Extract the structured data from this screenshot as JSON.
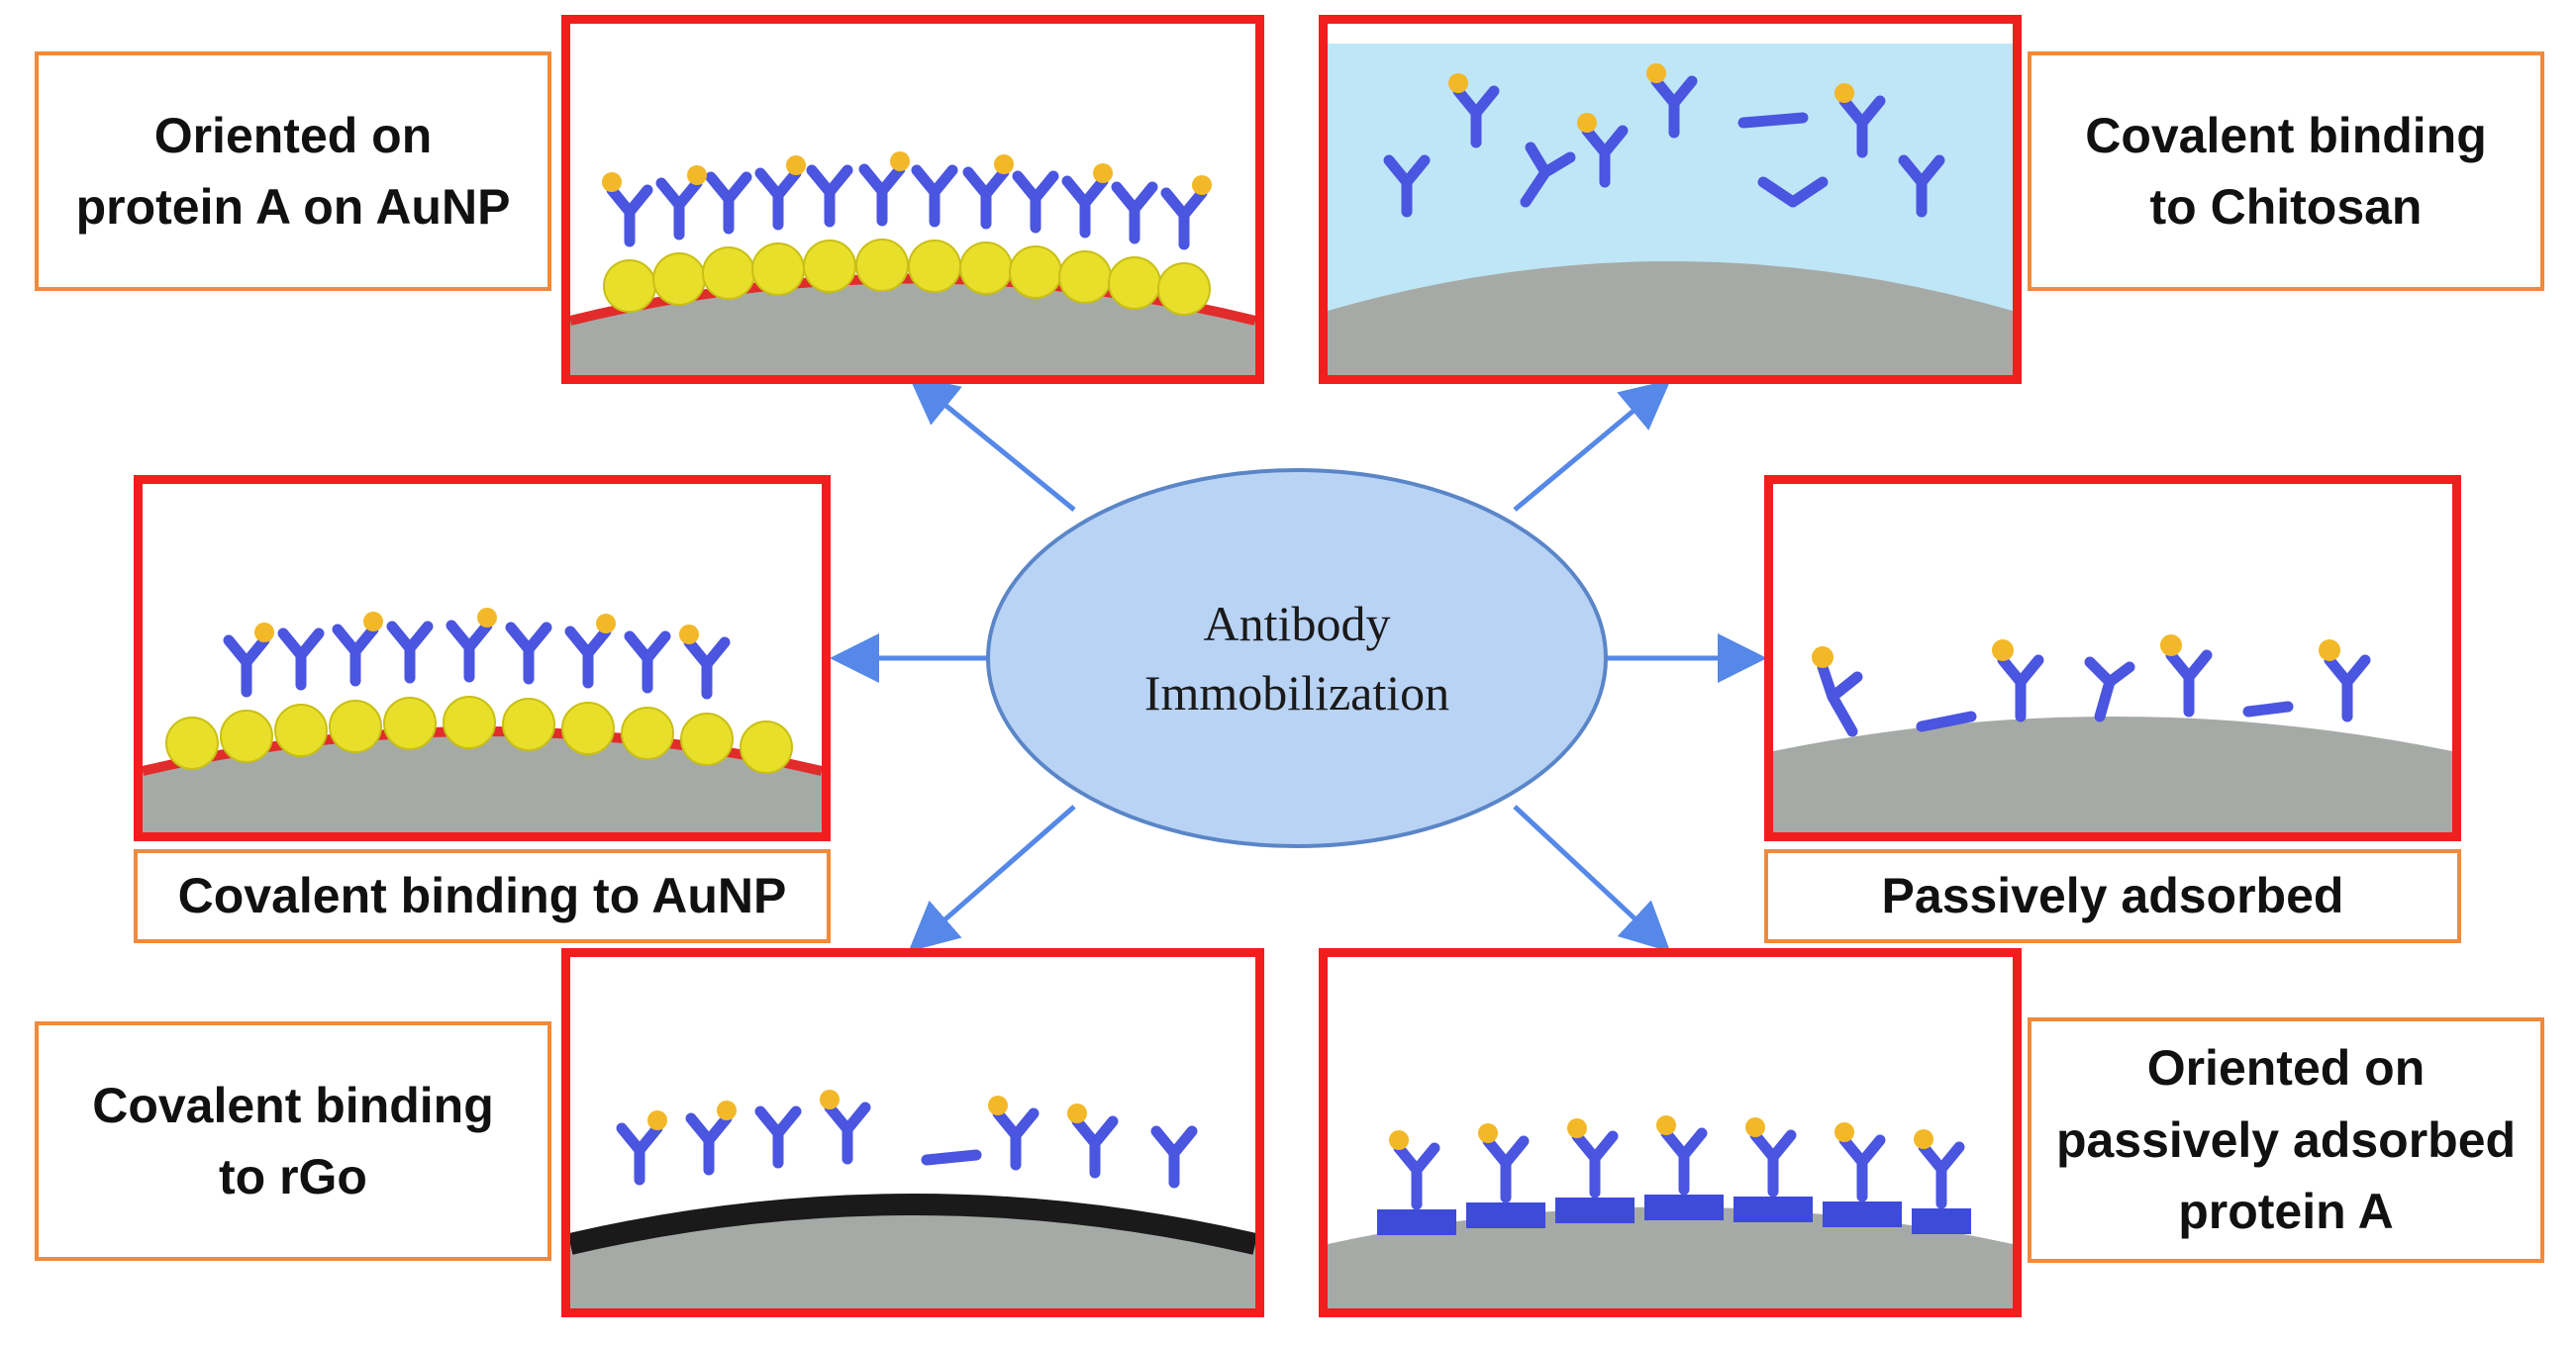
{
  "center": {
    "line1": "Antibody",
    "line2": "Immobilization"
  },
  "labels": {
    "top_left": "Oriented on\nprotein A on AuNP",
    "top_right": "Covalent binding\nto Chitosan",
    "mid_left": "Covalent binding to AuNP",
    "mid_right": "Passively adsorbed",
    "bottom_left": "Covalent binding\nto rGo",
    "bottom_right": "Oriented on\npassively adsorbed\nprotein A"
  },
  "colors": {
    "panel_border": "#f21d1d",
    "label_border": "#f08a3c",
    "antibody": "#4a55e0",
    "star": "#f2b828",
    "gold_particle": "#e8df2a",
    "arrow": "#5588e8",
    "ellipse_fill": "#b9d3f5",
    "ellipse_stroke": "#5a86c8"
  }
}
